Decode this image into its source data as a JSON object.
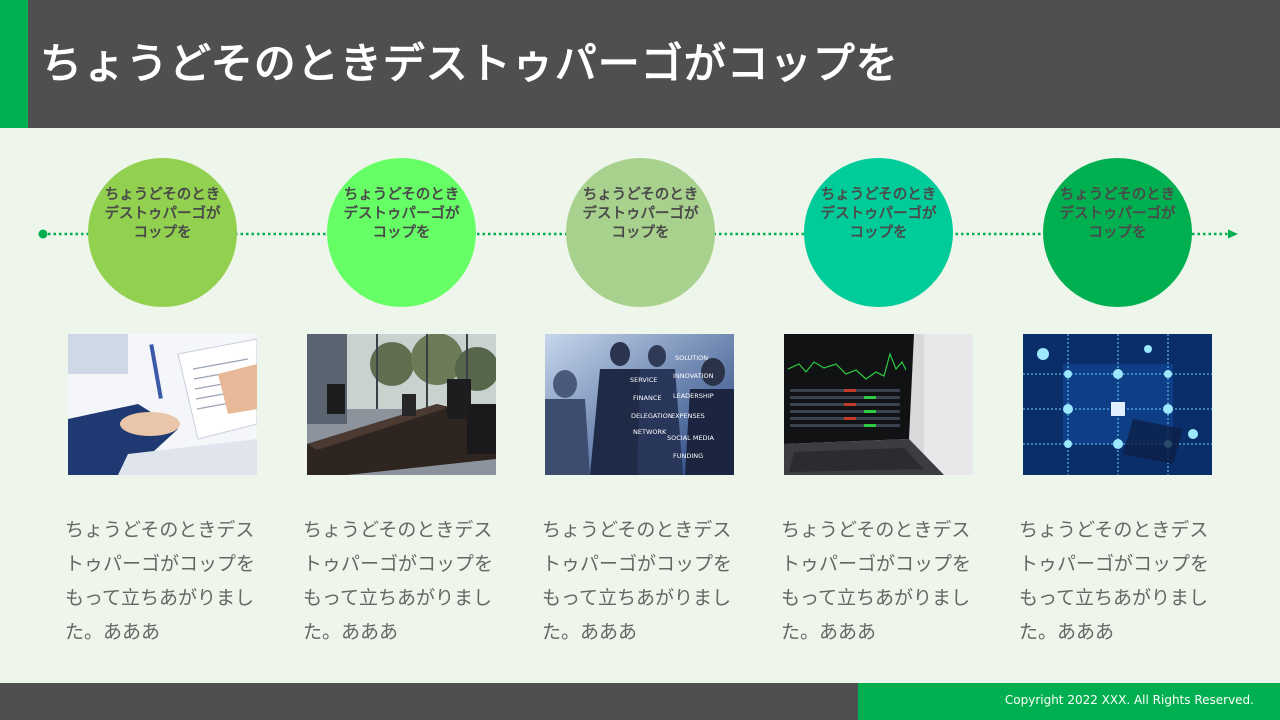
{
  "title": "ちょうどそのときデストゥパーゴがコップを",
  "colors": {
    "header_bg": "#4f4f4f",
    "accent": "#00b050",
    "background": "#eef5ea",
    "timeline": "#00b050"
  },
  "steps": [
    {
      "label": "ちょうどそのとき\nデストゥパーゴが\nコップを",
      "color": "#92d050",
      "image": "business-handshake-documents-photo",
      "description": "ちょうどそのときデストゥパーゴがコップをもって立ちあがりました。あああ"
    },
    {
      "label": "ちょうどそのとき\nデストゥパーゴが\nコップを",
      "color": "#66ff66",
      "image": "conference-room-photo",
      "description": "ちょうどそのときデストゥパーゴがコップをもって立ちあがりました。あああ"
    },
    {
      "label": "ちょうどそのとき\nデストゥパーゴが\nコップを",
      "color": "#a9d18e",
      "image": "business-team-keywords-photo",
      "description": "ちょうどそのときデストゥパーゴがコップをもって立ちあがりました。あああ"
    },
    {
      "label": "ちょうどそのとき\nデストゥパーゴが\nコップを",
      "color": "#00cc99",
      "image": "laptop-stock-chart-photo",
      "description": "ちょうどそのときデストゥパーゴがコップをもって立ちあがりました。あああ"
    },
    {
      "label": "ちょうどそのとき\nデストゥパーゴが\nコップを",
      "color": "#00b050",
      "image": "network-technology-photo",
      "description": "ちょうどそのときデストゥパーゴがコップをもって立ちあがりました。あああ"
    }
  ],
  "footer": {
    "copyright": "Copyright 2022 XXX. All Rights Reserved."
  }
}
